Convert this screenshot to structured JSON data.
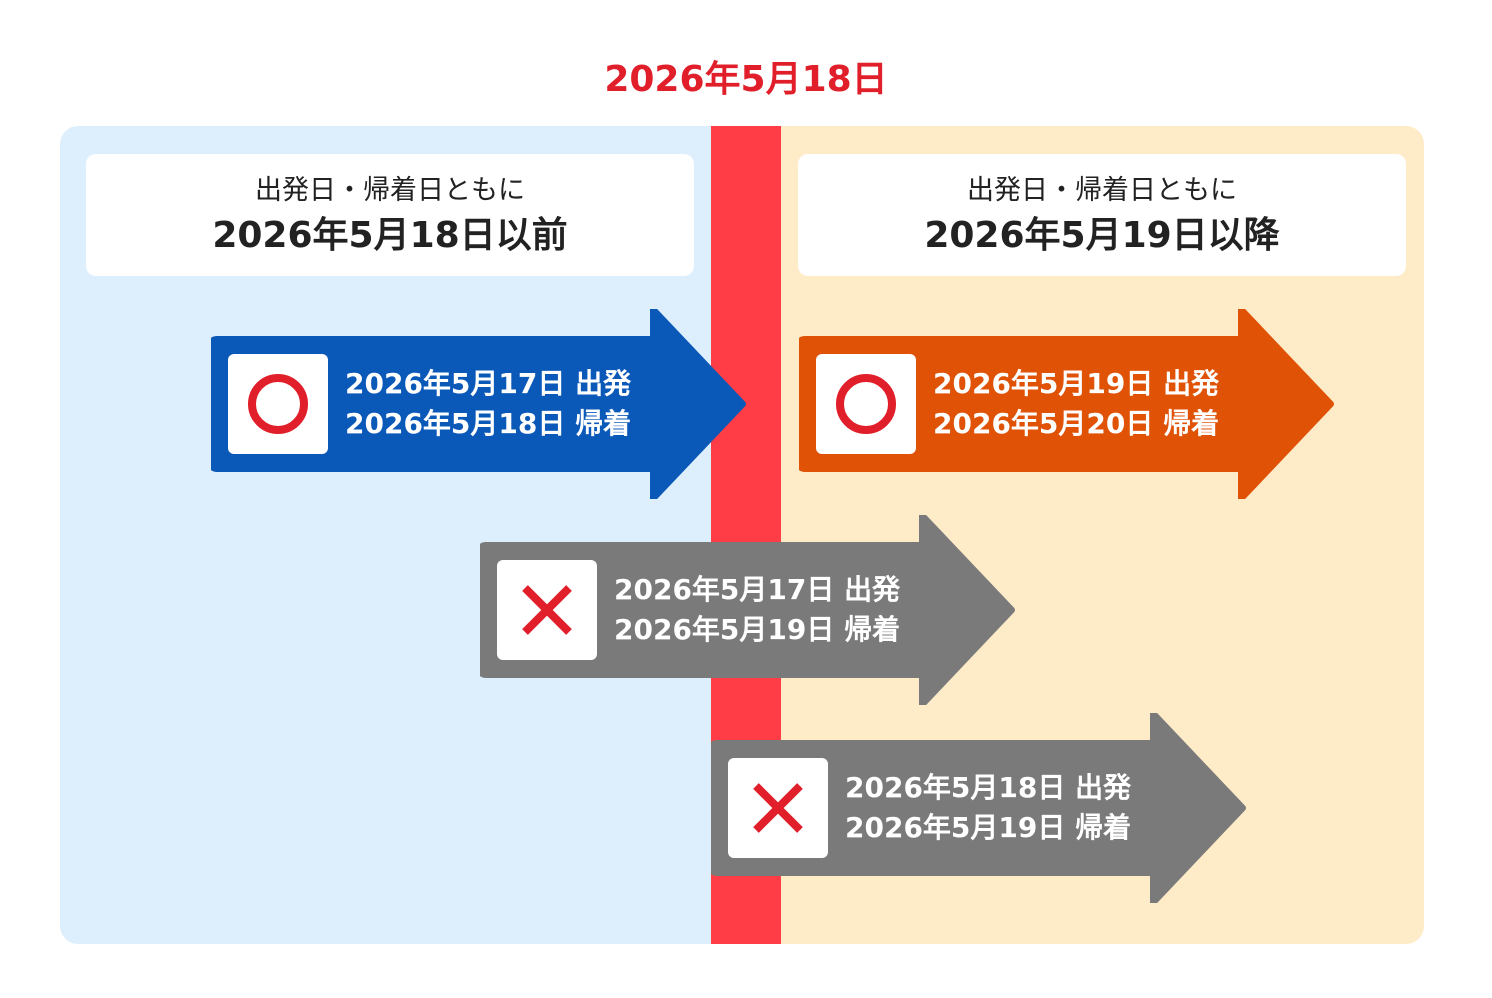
{
  "boundary_date": "2026年5月18日",
  "left_label": {
    "line1": "出発日・帰着日ともに",
    "line2": "2026年5月18日以前"
  },
  "right_label": {
    "line1": "出発日・帰着日ともに",
    "line2": "2026年5月19日以降"
  },
  "trips": [
    {
      "mark": "circle-icon",
      "color": "#0a58b8",
      "depart": "2026年5月17日 出発",
      "return": "2026年5月18日 帰着"
    },
    {
      "mark": "circle-icon",
      "color": "#e05206",
      "depart": "2026年5月19日 出発",
      "return": "2026年5月20日 帰着"
    },
    {
      "mark": "cross-icon",
      "color": "#7a7a7a",
      "depart": "2026年5月17日 出発",
      "return": "2026年5月19日 帰着"
    },
    {
      "mark": "cross-icon",
      "color": "#7a7a7a",
      "depart": "2026年5月18日 出発",
      "return": "2026年5月19日 帰着"
    }
  ],
  "colors": {
    "boundary": "#ff3d47",
    "date_text": "#e11f2a",
    "left_bg": "#ddeefd",
    "right_bg": "#feebc8",
    "mark": "#e11f2a"
  }
}
